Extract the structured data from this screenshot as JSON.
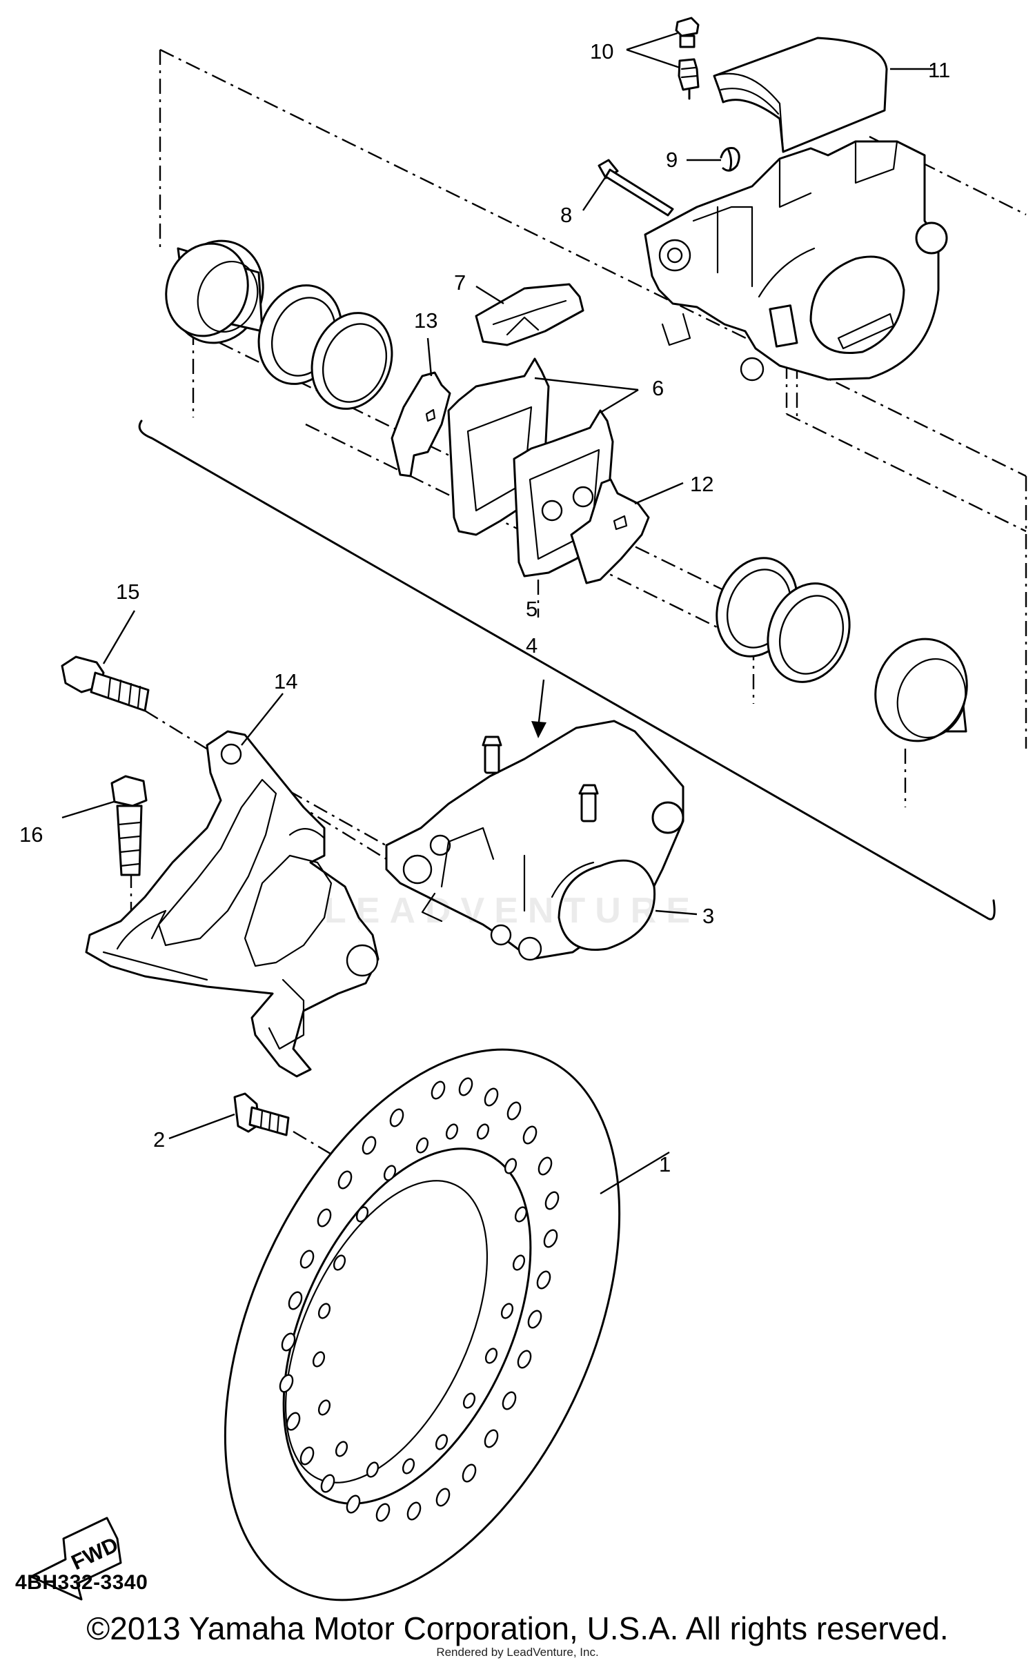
{
  "diagram": {
    "code": "4BH332-3340",
    "copyright": "©2013 Yamaha Motor Corporation, U.S.A. All rights reserved.",
    "rendered_by": "Rendered by LeadVenture, Inc.",
    "watermark": "LEADVENTURE",
    "fwd_label": "FWD",
    "callouts": {
      "c1": "1",
      "c2": "2",
      "c3": "3",
      "c4": "4",
      "c5": "5",
      "c6": "6",
      "c7": "7",
      "c8": "8",
      "c9": "9",
      "c10": "10",
      "c11": "11",
      "c12": "12",
      "c13": "13",
      "c14": "14",
      "c15": "15",
      "c16": "16"
    }
  }
}
